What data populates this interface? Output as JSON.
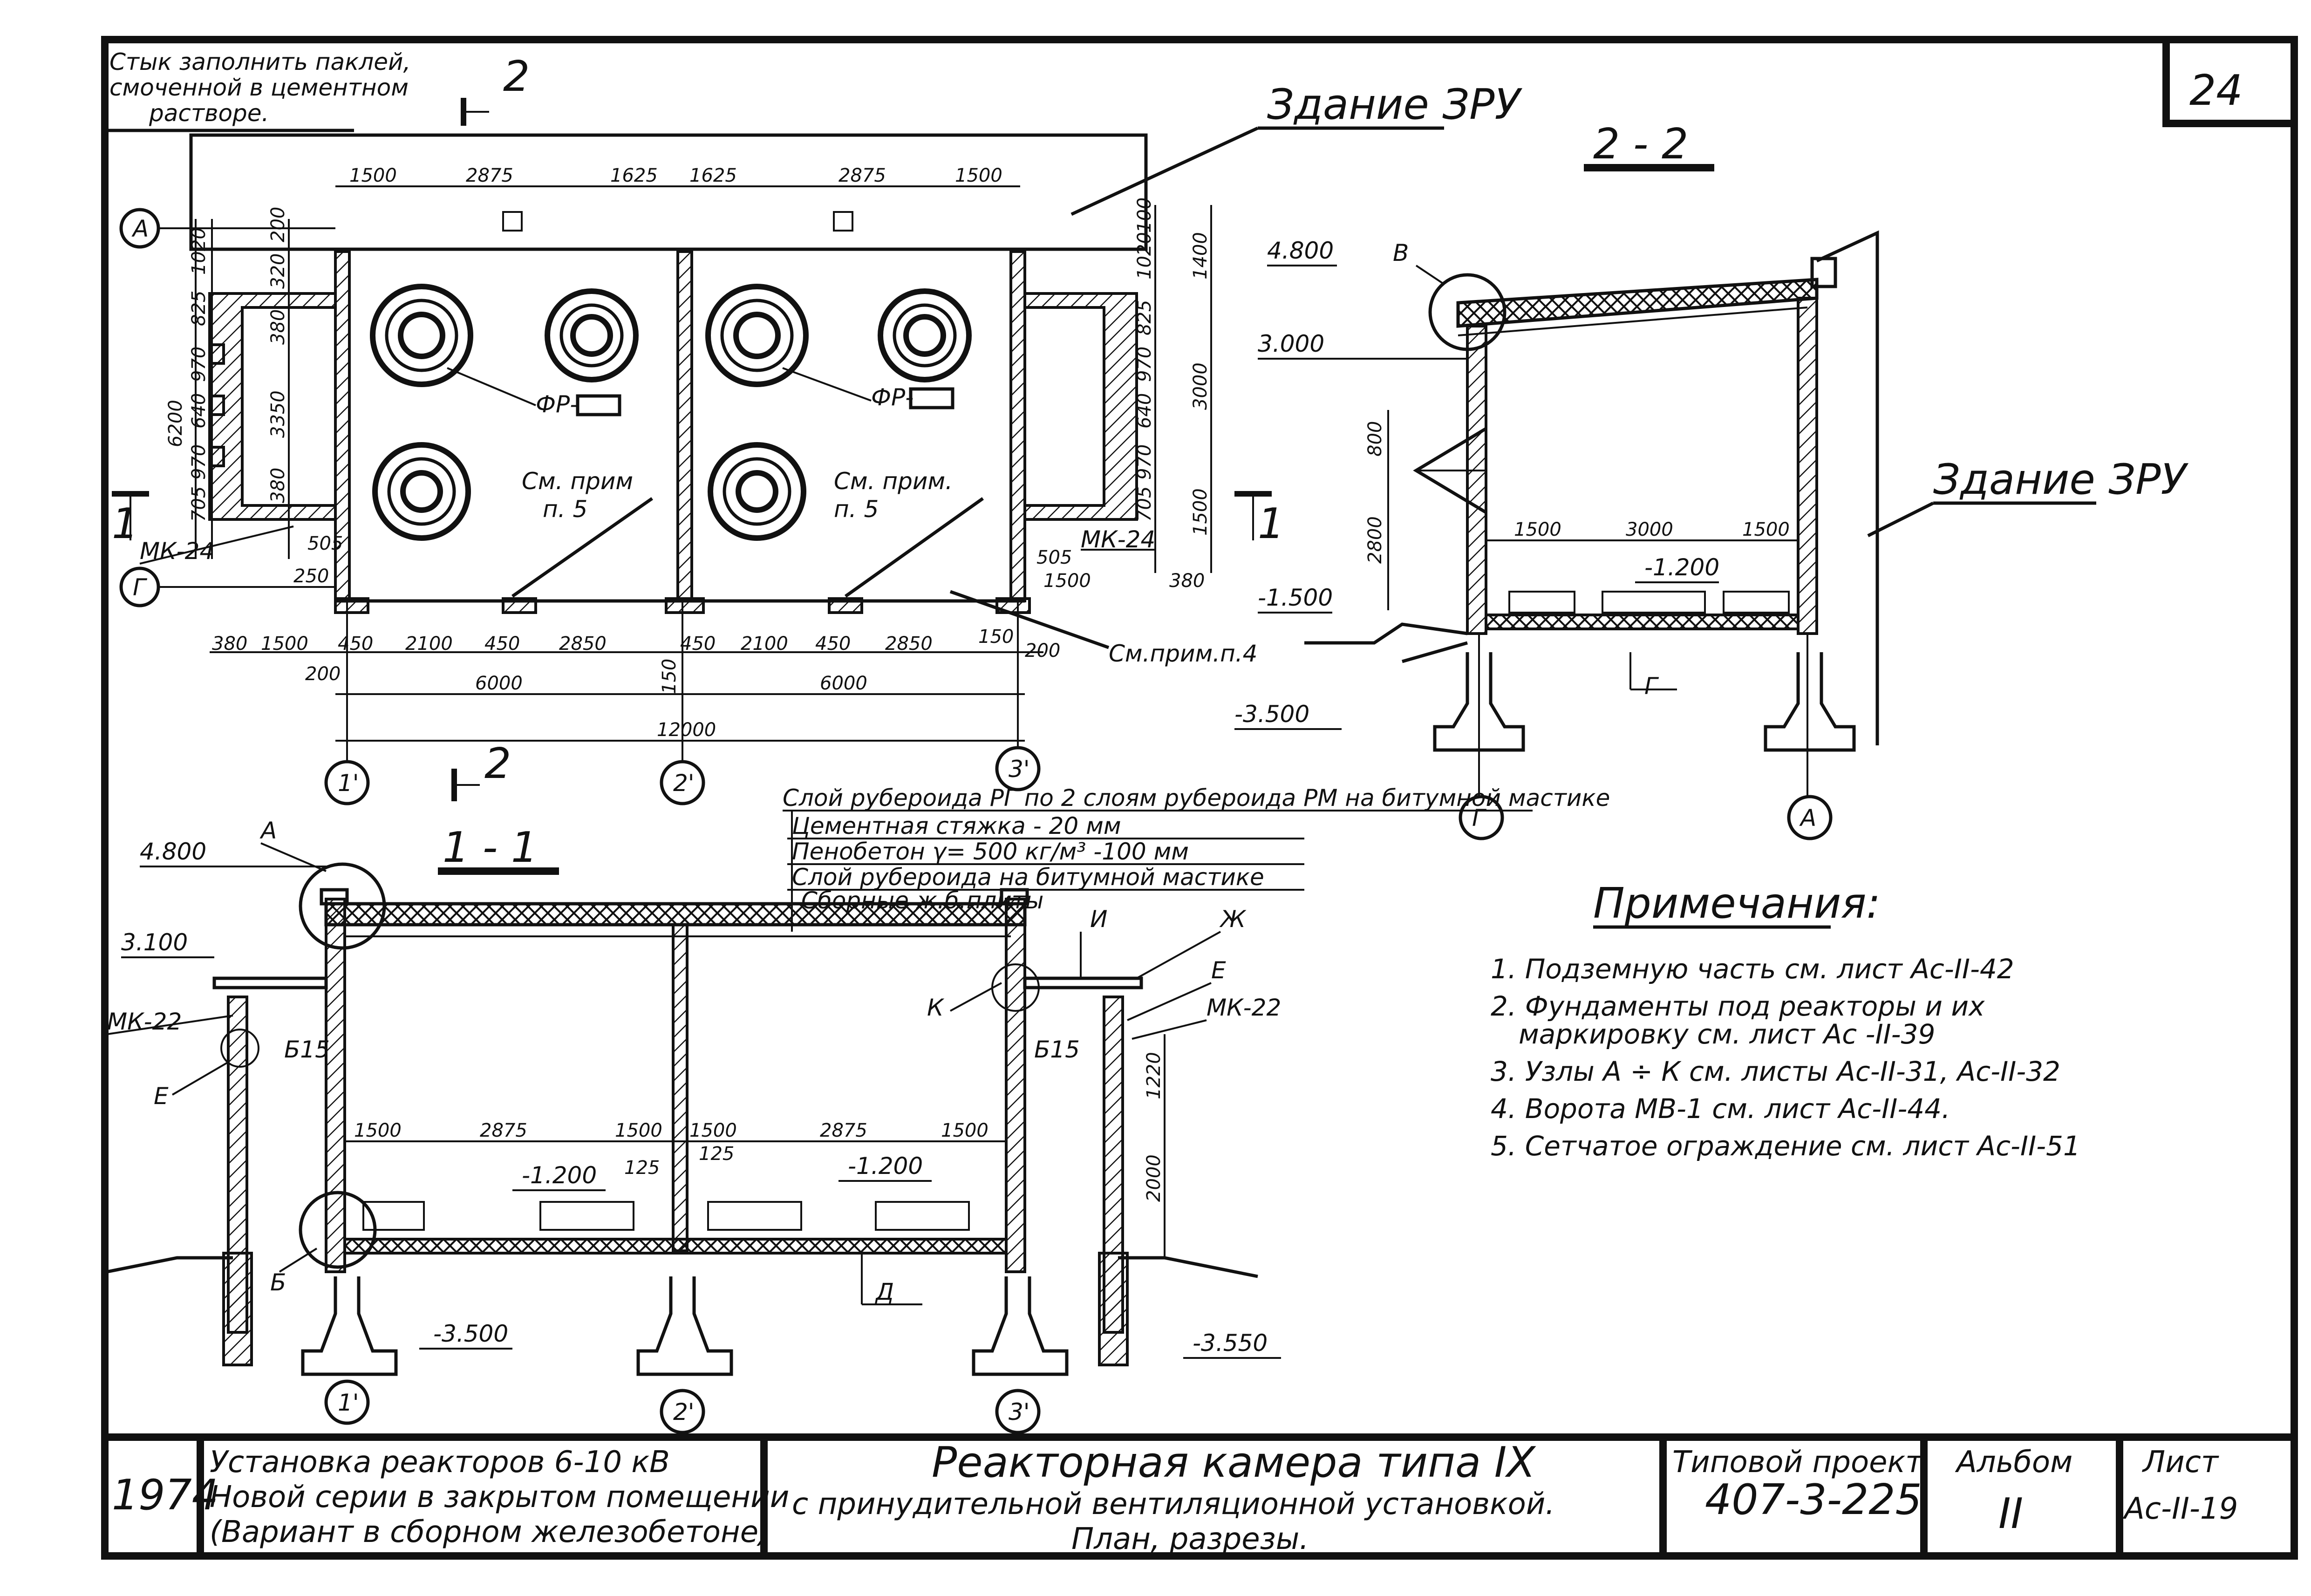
{
  "sheet_number": "24",
  "top_note": [
    "Стык заполнить паклей,",
    "смоченной в цементном",
    "растворе."
  ],
  "building_label": "Здание ЗРУ",
  "plan": {
    "top_dims": [
      "1500",
      "2875",
      "1625",
      "1625",
      "2875",
      "1500"
    ],
    "bottom_dims_row1": [
      "380",
      "1500",
      "450",
      "2100",
      "450",
      "2850",
      "450",
      "2100",
      "450",
      "2850",
      "150",
      "200"
    ],
    "bottom_dims_row2": [
      "200",
      "6000",
      "150",
      "6000"
    ],
    "total_dim": "12000",
    "left_dims": [
      "200",
      "1020",
      "320",
      "825",
      "380",
      "970",
      "640",
      "3350",
      "970",
      "380",
      "705",
      "6200",
      "505",
      "250"
    ],
    "right_dims": [
      "100",
      "1020",
      "1400",
      "825",
      "970",
      "3000",
      "640",
      "970",
      "705",
      "1500",
      "505",
      "1500",
      "380"
    ],
    "axes": [
      "А",
      "Г",
      "1'",
      "2'",
      "3'"
    ],
    "labels": [
      "ФР-",
      "ФР-",
      "См. прим",
      "п. 5",
      "См. прим.",
      "п. 5",
      "МК-24",
      "МК-24",
      "См.прим.п.4"
    ],
    "section_marks": [
      "2",
      "2",
      "1",
      "1"
    ]
  },
  "section_1_1": {
    "title": "1 - 1",
    "elevations": [
      "4.800",
      "3.100",
      "-1.200",
      "-1.200",
      "-3.500",
      "-3.550"
    ],
    "dims": [
      "1500",
      "2875",
      "1500",
      "1500",
      "2875",
      "1500",
      "125",
      "125",
      "1220",
      "2000"
    ],
    "labels": [
      "А",
      "МК-22",
      "Б15",
      "Е",
      "Б",
      "К",
      "И",
      "Ж",
      "Е",
      "МК-22",
      "Б15",
      "Д"
    ],
    "axes": [
      "1'",
      "2'",
      "3'"
    ]
  },
  "roof_layers": [
    "Слой рубероида РГ по 2 слоям рубероида РМ на битумной мастике",
    "Цементная стяжка   - 20 мм",
    "Пенобетон γ= 500 кг/м³  -100 мм",
    "Слой рубероида на битумной мастике",
    "Сборные ж.б.плиты"
  ],
  "section_2_2": {
    "title": "2 - 2",
    "elevations": [
      "4.800",
      "3.000",
      "-1.500",
      "-3.500",
      "-1.200"
    ],
    "dims": [
      "800",
      "2800",
      "1500",
      "3000",
      "1500"
    ],
    "labels": [
      "В",
      "Г"
    ],
    "axes": [
      "Г",
      "А"
    ]
  },
  "notes": {
    "title": "Примечания:",
    "items": [
      "1. Подземную часть см. лист Ас-II-42",
      "2. Фундаменты под реакторы и их",
      "маркировку см. лист Ас -II-39",
      "3. Узлы А ÷ К см. листы Ас-II-31, Ас-II-32",
      "4. Ворота МВ-1 см. лист Ас-II-44.",
      "5. Сетчатое ограждение см. лист Ас-II-51"
    ]
  },
  "title_block": {
    "year": "1974",
    "subject": [
      "Установка реакторов  6-10 кВ",
      "Новой серии в закрытом помещении",
      "(Вариант в сборном железобетоне)"
    ],
    "drawing_title": [
      "Реакторная камера типа IX",
      "с принудительной вентиляционной установкой.",
      "План, разрезы."
    ],
    "project_label": "Типовой проект",
    "project_number": "407-3-225",
    "album_label": "Альбом",
    "album_value": "II",
    "sheet_label": "Лист",
    "sheet_value": "Ас-II-19"
  }
}
